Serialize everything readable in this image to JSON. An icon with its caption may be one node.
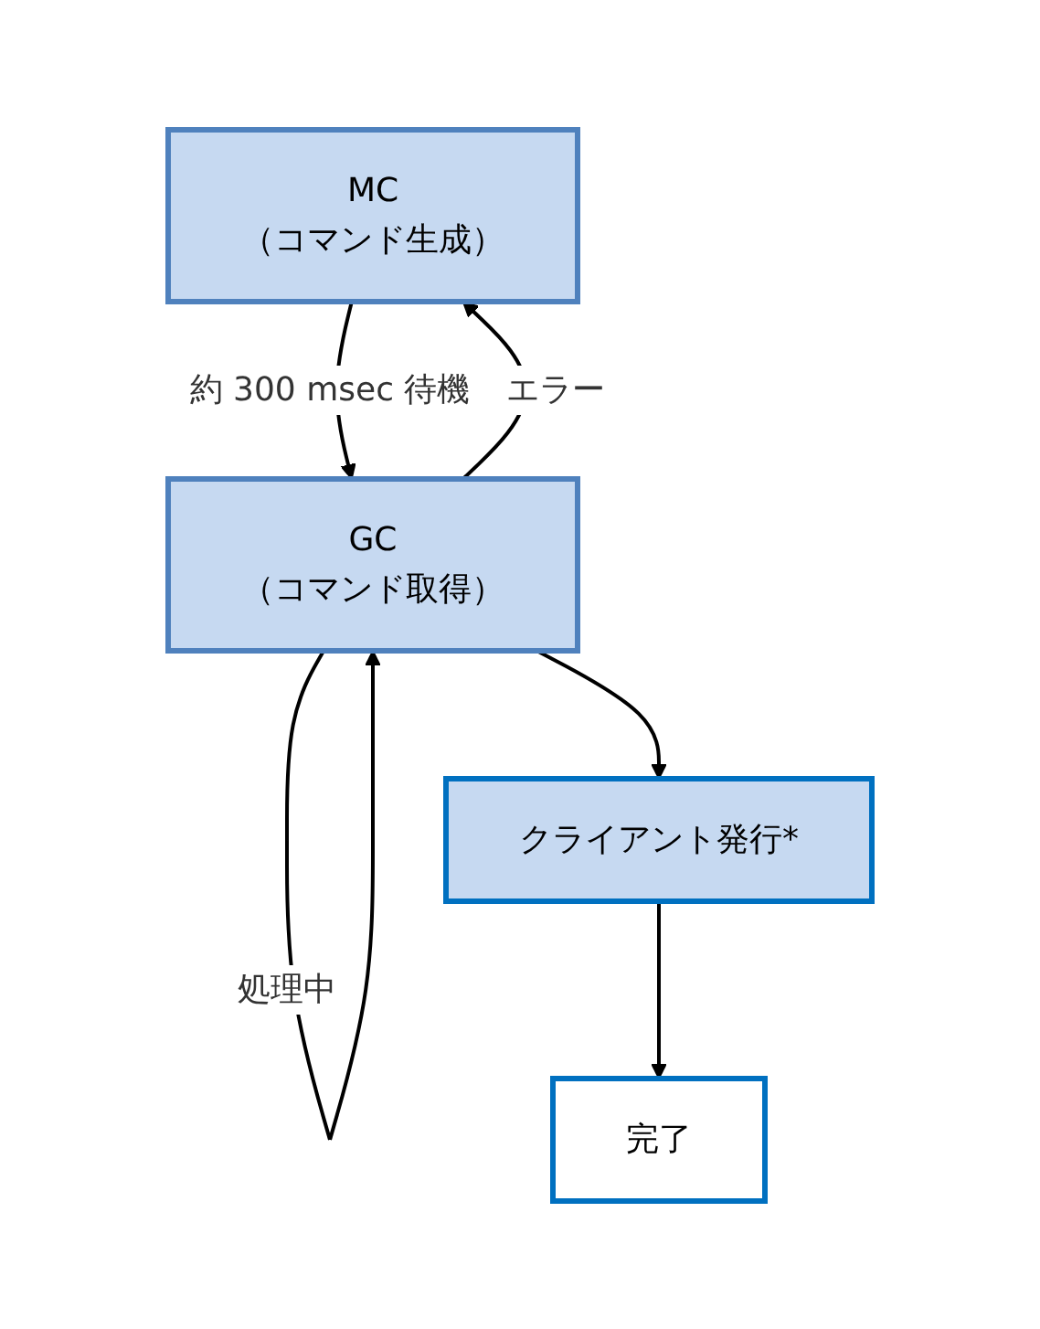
{
  "diagram": {
    "nodes": [
      {
        "text": [
          "MC",
          "（コマンド生成）"
        ]
      },
      {
        "text": [
          "GC",
          "（コマンド取得）"
        ]
      },
      {
        "text": [
          "クライアント発行*"
        ]
      },
      {
        "text": [
          "完了"
        ]
      }
    ],
    "edges": [
      {
        "from": 0,
        "to": 1,
        "arrow": "to",
        "label": "約 300 msec 待機"
      },
      {
        "from": 1,
        "to": 0,
        "arrow": "to",
        "label": "エラー"
      },
      {
        "from": 1,
        "to": 1,
        "arrow": "to",
        "label": "処理中"
      },
      {
        "from": 1,
        "to": 2,
        "arrow": "to"
      },
      {
        "from": 2,
        "to": 3,
        "arrow": "to"
      }
    ]
  }
}
